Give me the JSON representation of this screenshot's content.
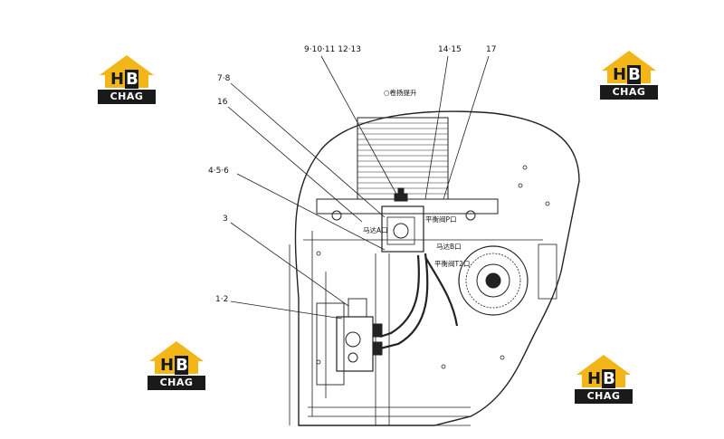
{
  "callouts": {
    "c_9_13": "9·10·11 12·13",
    "c_14_15": "14·15",
    "c_17": "17",
    "c_7_8": "7·8",
    "c_16": "16",
    "c_4_5_6": "4·5·6",
    "c_3": "3",
    "c_1_2": "1·2"
  },
  "notes": {
    "winch_lift": "卷扬提升",
    "motor_a": "马达A口",
    "balance_valve_p": "平衡阀P口",
    "motor_b": "马达B口",
    "balance_valve_t2": "平衡阀T2口"
  },
  "logo": {
    "mark": "H",
    "mark2": "B",
    "wordmark": "CHAG"
  },
  "colors": {
    "logo_yellow": "#f2b619",
    "logo_black": "#1a1a1a",
    "line": "#222222"
  }
}
